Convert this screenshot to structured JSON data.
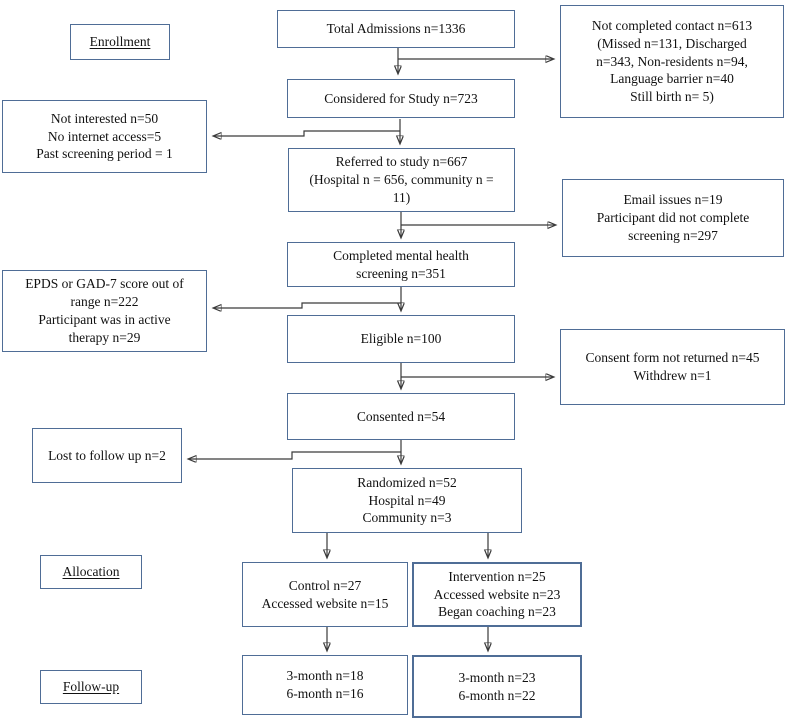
{
  "stage_labels": {
    "enrollment": "Enrollment",
    "allocation": "Allocation",
    "followup": "Follow-up"
  },
  "boxes": {
    "total_admissions": "Total Admissions n=1336",
    "not_completed_contact": "Not completed contact n=613\n(Missed n=131, Discharged\nn=343, Non-residents n=94,\nLanguage barrier n=40\nStill birth n= 5)",
    "considered": "Considered for Study n=723",
    "not_interested": "Not interested n=50\nNo internet access=5\nPast screening period = 1",
    "referred": "Referred to study n=667\n(Hospital n = 656, community n =\n11)",
    "email_issues": "Email issues n=19\nParticipant did not complete\nscreening n=297",
    "completed_screening": "Completed mental health\nscreening n=351",
    "epds_out_of_range": "EPDS or GAD-7 score out of\nrange n=222\nParticipant was in active\ntherapy n=29",
    "eligible": "Eligible n=100",
    "consent_not_returned": "Consent form not returned n=45\nWithdrew n=1",
    "consented": "Consented n=54",
    "lost_followup": "Lost to follow up n=2",
    "randomized": "Randomized n=52\nHospital n=49\nCommunity n=3",
    "control": "Control n=27\nAccessed website n=15",
    "intervention": "Intervention n=25\nAccessed website n=23\nBegan coaching n=23",
    "followup_control": "3-month n=18\n6-month n=16",
    "followup_intervention": "3-month n=23\n6-month n=22"
  },
  "colors": {
    "box_border": "#4f6d96",
    "arrow": "#3a3a3a",
    "text": "#111111"
  }
}
